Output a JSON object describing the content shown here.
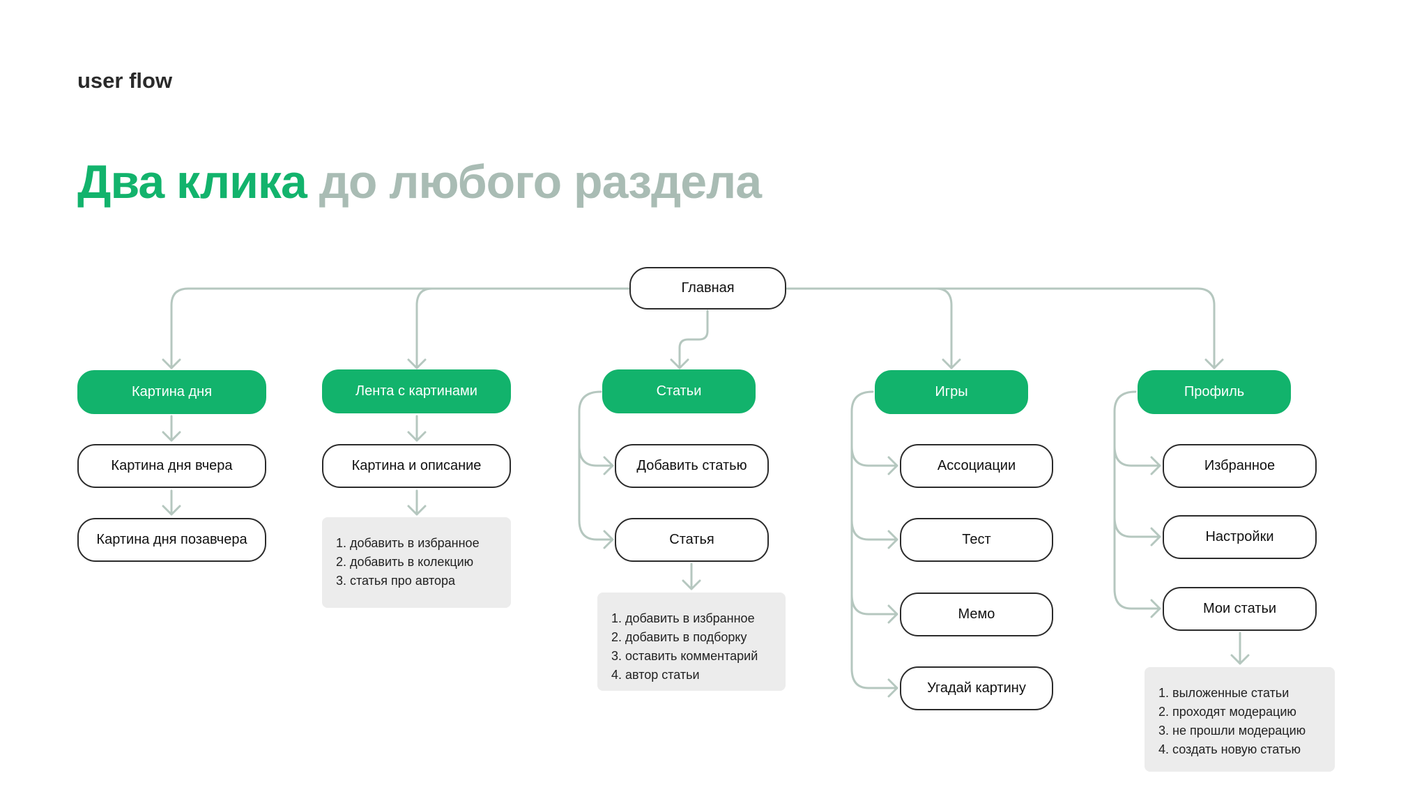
{
  "kicker": "user flow",
  "title": {
    "accent": "Два клика",
    "rest": "до любого раздела"
  },
  "colors": {
    "green": "#12b36c",
    "line": "#b5c7bf",
    "muted": "#a9bcb4",
    "listbg": "#ececec"
  },
  "root": "Главная",
  "sections": {
    "day": {
      "label": "Картина дня",
      "children": [
        "Картина дня вчера",
        "Картина дня позавчера"
      ]
    },
    "feed": {
      "label": "Лента с картинами",
      "children": [
        "Картина и описание"
      ],
      "list": [
        "1. добавить в избранное",
        "2. добавить в колекцию",
        "3. статья про автора"
      ]
    },
    "articles": {
      "label": "Статьи",
      "children": [
        "Добавить статью",
        "Статья"
      ],
      "list": [
        "1. добавить в избранное",
        "2. добавить в подборку",
        "3. оставить комментарий",
        "4. автор статьи"
      ]
    },
    "games": {
      "label": "Игры",
      "children": [
        "Ассоциации",
        "Тест",
        "Мемо",
        "Угадай картину"
      ]
    },
    "profile": {
      "label": "Профиль",
      "children": [
        "Избранное",
        "Настройки",
        "Мои статьи"
      ],
      "list": [
        "1. выложенные статьи",
        "2. проходят модерацию",
        "3. не прошли модерацию",
        "4. создать новую статью"
      ]
    }
  }
}
